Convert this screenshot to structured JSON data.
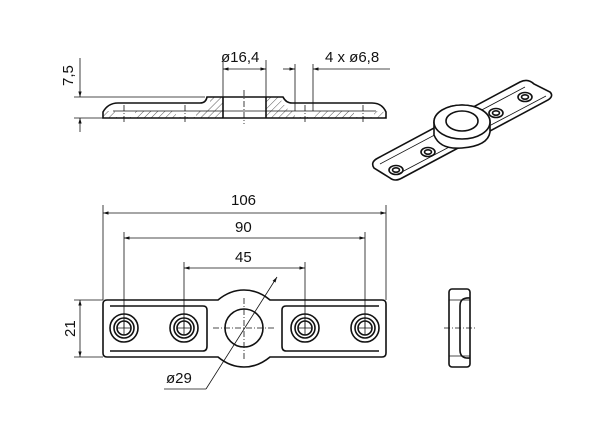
{
  "drawing": {
    "section_view": {
      "height_dim": "7,5",
      "center_hole_dim": "ø16,4",
      "small_holes_dim": "4 x ø6,8"
    },
    "plan_view": {
      "overall_length_dim": "106",
      "outer_hole_pitch_dim": "90",
      "inner_hole_pitch_dim": "45",
      "width_dim": "21",
      "boss_diameter_dim": "ø29"
    }
  }
}
